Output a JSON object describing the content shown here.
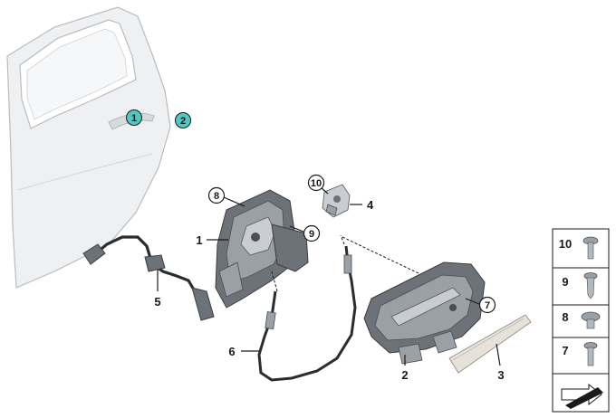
{
  "callouts": {
    "door_1": "1",
    "door_2": "2",
    "lock_1": "1",
    "lock_8": "8",
    "lock_9": "9",
    "striker_10": "10",
    "striker_4": "4",
    "cable_5": "5",
    "cable_6": "6",
    "handle_2": "2",
    "handle_7": "7",
    "cover_3": "3"
  },
  "legend": {
    "items": [
      {
        "label": "10"
      },
      {
        "label": "9"
      },
      {
        "label": "8"
      },
      {
        "label": "7"
      }
    ]
  },
  "colors": {
    "highlight_circle": "#4fc9c2",
    "door_fill": "#eef0f2",
    "door_stroke": "#b8bcc0"
  }
}
